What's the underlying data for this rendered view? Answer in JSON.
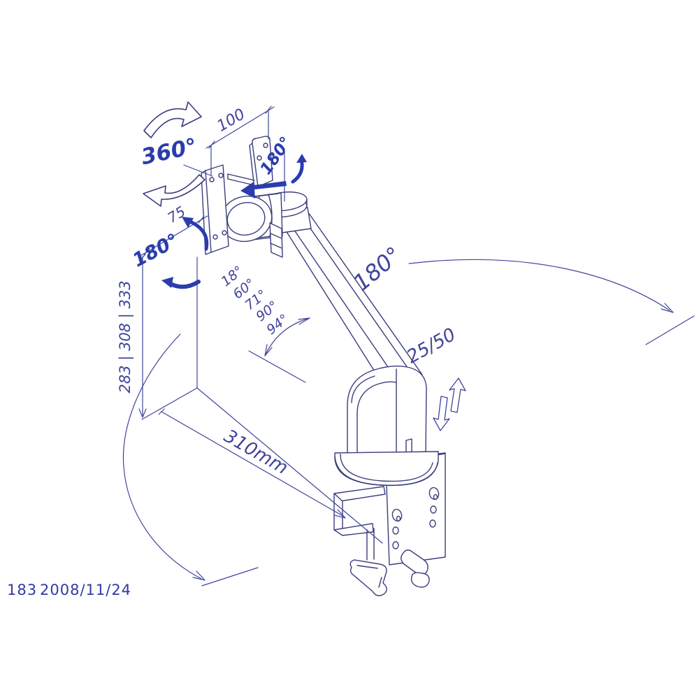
{
  "colors": {
    "background": "#ffffff",
    "cad_line": "#3a3d7d",
    "dimension": "#41459b",
    "annotation_blue": "#2b3cad"
  },
  "title_block": {
    "code": "183",
    "date": "2008/11/24"
  },
  "dimensions": {
    "vesa_width": "100",
    "vesa_height": "75",
    "arm_reach": "310mm",
    "mount_height_options": "283 | 308 | 333",
    "height_adjustment": "25/50"
  },
  "rotations": {
    "head_rotation": "360°",
    "head_tilt": "180°",
    "head_swivel": "180°",
    "base_swivel": "180°"
  },
  "arm_angle_stops": [
    "18°",
    "60°",
    "71°",
    "90°",
    "94°"
  ]
}
